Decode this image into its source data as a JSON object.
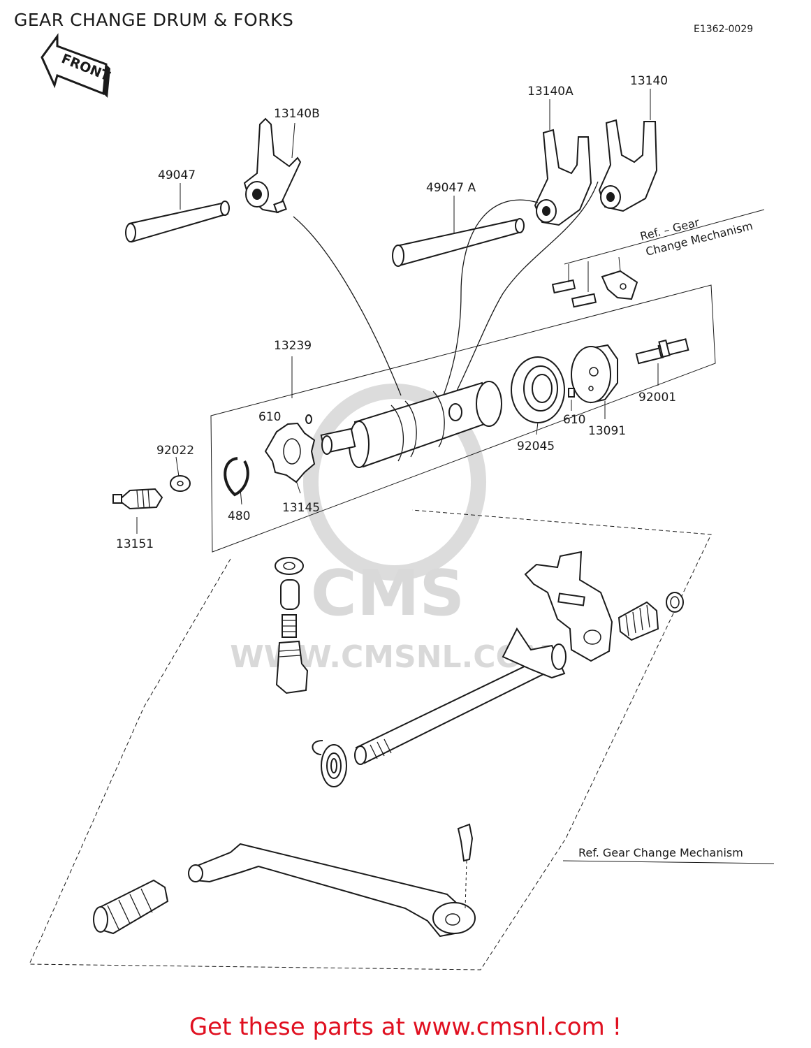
{
  "title": "GEAR CHANGE DRUM & FORKS",
  "diagram_code": "E1362-0029",
  "front_arrow_label": "FRONT",
  "watermark": {
    "logo": "CMS",
    "url": "WWW.CMSNL.COM"
  },
  "part_numbers": {
    "fork_b": "13140B",
    "fork_a": "13140A",
    "fork": "13140",
    "rod": "49047",
    "rod_a": "49047 A",
    "drum": "13239",
    "pin_upper": "610",
    "pin_lower": "610",
    "washer": "92022",
    "circlip": "480",
    "drum_plate": "13145",
    "switch": "13151",
    "bearing": "92045",
    "holder": "13091",
    "stud": "92001"
  },
  "references": {
    "ref1_line1": "Ref. – Gear",
    "ref1_line2": "Change Mechanism",
    "ref2": "Ref.  Gear Change Mechanism"
  },
  "cta": "Get these parts at www.cmsnl.com !"
}
